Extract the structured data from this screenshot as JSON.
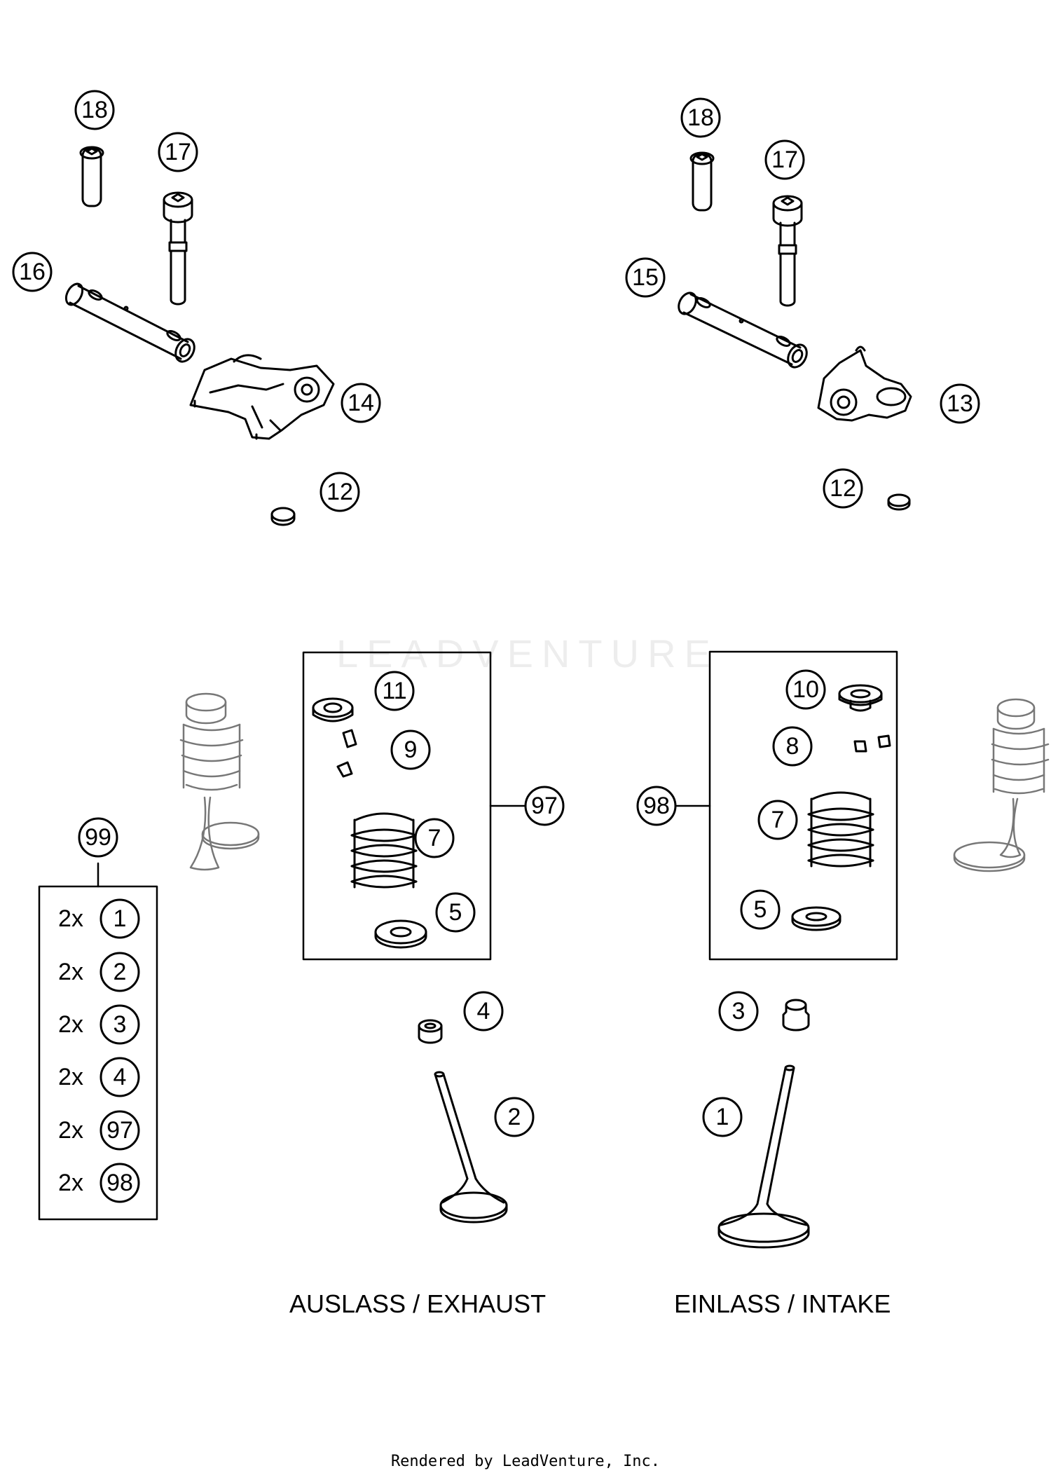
{
  "callouts": {
    "exhaust_bolt_small": "18",
    "exhaust_bolt_long": "17",
    "exhaust_rocker_shaft": "16",
    "exhaust_rocker_arm": "14",
    "exhaust_pad": "12",
    "intake_bolt_small": "18",
    "intake_bolt_long": "17",
    "intake_rocker_shaft": "15",
    "intake_rocker_arm": "13",
    "intake_pad": "12",
    "exhaust_kit": "97",
    "exhaust_spring_retainer": "11",
    "exhaust_valve_keys": "9",
    "exhaust_spring": "7",
    "exhaust_spring_seat": "5",
    "exhaust_valve_seal": "4",
    "exhaust_valve": "2",
    "intake_kit": "98",
    "intake_spring_retainer": "10",
    "intake_valve_keys": "8",
    "intake_spring": "7",
    "intake_spring_seat": "5",
    "intake_valve_seal": "3",
    "intake_valve": "1",
    "set": "99"
  },
  "set_contents": [
    {
      "qty": "2x",
      "ref": "1"
    },
    {
      "qty": "2x",
      "ref": "2"
    },
    {
      "qty": "2x",
      "ref": "3"
    },
    {
      "qty": "2x",
      "ref": "4"
    },
    {
      "qty": "2x",
      "ref": "97"
    },
    {
      "qty": "2x",
      "ref": "98"
    }
  ],
  "labels": {
    "exhaust": "AUSLASS / EXHAUST",
    "intake": "EINLASS / INTAKE",
    "credit": "Rendered by LeadVenture, Inc.",
    "watermark": "LEADVENTURE"
  }
}
